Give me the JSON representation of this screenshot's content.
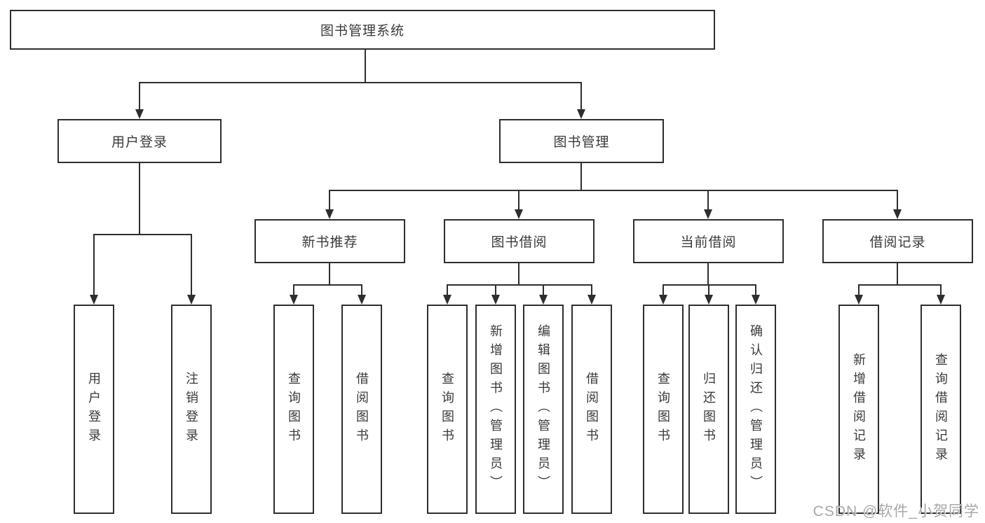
{
  "diagram": {
    "root": {
      "label": "图书管理系统"
    },
    "level2": [
      {
        "label": "用户登录",
        "children": [
          {
            "label": "用户登录"
          },
          {
            "label": "注销登录"
          }
        ]
      },
      {
        "label": "图书管理",
        "groups": [
          {
            "label": "新书推荐",
            "children": [
              {
                "label": "查询图书"
              },
              {
                "label": "借阅图书"
              }
            ]
          },
          {
            "label": "图书借阅",
            "children": [
              {
                "label": "查询图书"
              },
              {
                "label": "新增图书（管理员）"
              },
              {
                "label": "编辑图书（管理员）"
              },
              {
                "label": "借阅图书"
              }
            ]
          },
          {
            "label": "当前借阅",
            "children": [
              {
                "label": "查询图书"
              },
              {
                "label": "归还图书"
              },
              {
                "label": "确认归还（管理员）"
              }
            ]
          },
          {
            "label": "借阅记录",
            "children": [
              {
                "label": "新增借阅记录"
              },
              {
                "label": "查询借阅记录"
              }
            ]
          }
        ]
      }
    ]
  },
  "watermark": {
    "text": "CSDN @软件_小贺同学"
  },
  "colors": {
    "line": "#2e2e2e",
    "text": "#3a3a3a",
    "background": "#ffffff",
    "watermark": "#a8a8a8"
  }
}
